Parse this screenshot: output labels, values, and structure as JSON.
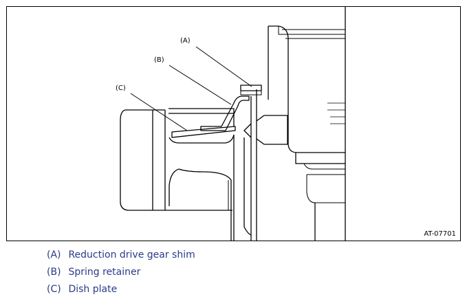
{
  "figure": {
    "id_label": "AT-07701",
    "callouts": [
      {
        "key": "A",
        "text": "(A)"
      },
      {
        "key": "B",
        "text": "(B)"
      },
      {
        "key": "C",
        "text": "(C)"
      }
    ]
  },
  "legend": [
    {
      "key": "(A)",
      "text": "Reduction drive gear shim"
    },
    {
      "key": "(B)",
      "text": "Spring retainer"
    },
    {
      "key": "(C)",
      "text": "Dish plate"
    }
  ],
  "colors": {
    "line": "#000000",
    "legend_text": "#2a3a8a"
  }
}
